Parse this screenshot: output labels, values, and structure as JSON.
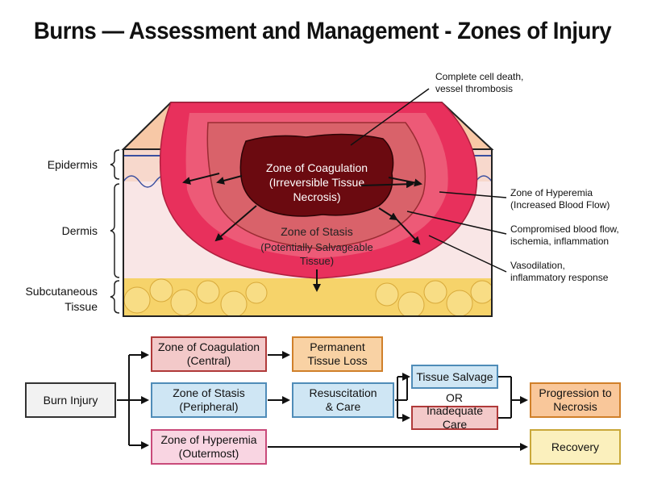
{
  "title": "Burns — Assessment and Management - Zones of Injury",
  "diagram": {
    "layer_labels": {
      "epidermis": "Epidermis",
      "dermis": "Dermis",
      "subcutaneous_1": "Subcutaneous",
      "subcutaneous_2": "Tissue"
    },
    "zones": {
      "coagulation": [
        "Zone of Coagulation",
        "(Irreversible Tissue",
        "Necrosis)"
      ],
      "stasis": [
        "Zone of Stasis",
        "(Potentially Salvageable",
        "Tissue)"
      ]
    },
    "callouts": {
      "cell_death": [
        "Complete cell death,",
        "vessel thrombosis"
      ],
      "hyperemia": [
        "Zone of Hyperemia",
        "(Increased Blood Flow)"
      ],
      "compromised": [
        "Compromised blood flow,",
        "ischemia, inflammation"
      ],
      "vasodilation": [
        "Vasodilation,",
        "inflammatory response"
      ]
    },
    "colors": {
      "coagulation": "#6b0a10",
      "stasis": "#d9626a",
      "hyperemia": "#e8305c",
      "skin_top": "#f7c8a6",
      "dermis": "#f9e6e6",
      "fat": "#f6d36a"
    }
  },
  "flowchart": {
    "burn_injury": "Burn Injury",
    "coag_box": [
      "Zone of Coagulation",
      "(Central)"
    ],
    "permanent": [
      "Permanent",
      "Tissue Loss"
    ],
    "stasis_box": [
      "Zone of Stasis",
      "(Peripheral)"
    ],
    "resuscitation": [
      "Resuscitation",
      "& Care"
    ],
    "salvage": "Tissue Salvage",
    "or": "OR",
    "inadequate": "Inadequate Care",
    "progression": [
      "Progression to",
      "Necrosis"
    ],
    "hyperemia_box": [
      "Zone of Hyperemia",
      "(Outermost)"
    ],
    "recovery": "Recovery"
  }
}
